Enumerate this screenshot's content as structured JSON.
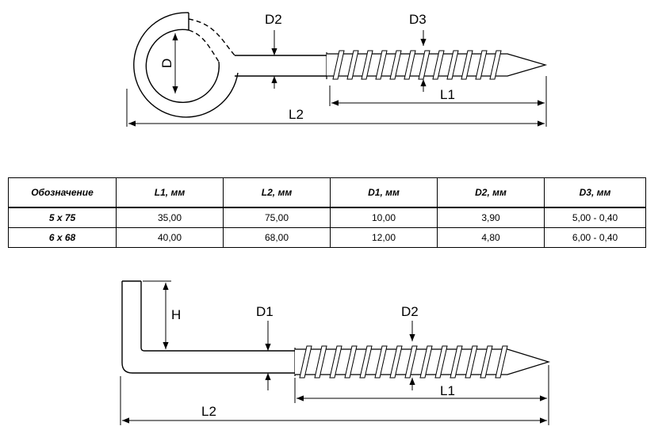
{
  "top_diagram": {
    "labels": {
      "d": "D",
      "d2": "D2",
      "d3": "D3",
      "l1": "L1",
      "l2": "L2"
    }
  },
  "spec_table": {
    "headers": [
      "Обозначение",
      "L1, мм",
      "L2, мм",
      "D1, мм",
      "D2, мм",
      "D3, мм"
    ],
    "rows": [
      [
        "5 x 75",
        "35,00",
        "75,00",
        "10,00",
        "3,90",
        "5,00 - 0,40"
      ],
      [
        "6 x 68",
        "40,00",
        "68,00",
        "12,00",
        "4,80",
        "6,00 - 0,40"
      ]
    ]
  },
  "bottom_diagram": {
    "labels": {
      "h": "H",
      "d1": "D1",
      "d2": "D2",
      "l1": "L1",
      "l2": "L2"
    }
  },
  "colors": {
    "line": "#000000",
    "background": "#ffffff"
  }
}
